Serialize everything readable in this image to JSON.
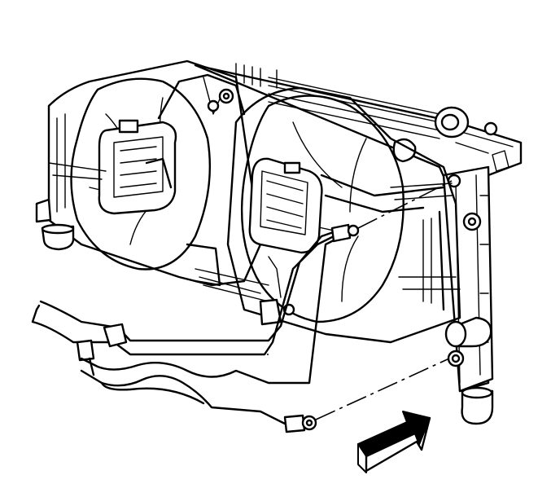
{
  "diagram": {
    "components": [
      "radiator-core",
      "left-fan-shroud",
      "right-fan-shroud",
      "radiator-cap",
      "transmission-cooler-lines",
      "direction-arrow"
    ],
    "arrow_direction": "right",
    "colors": {
      "line": "#000000",
      "background": "#ffffff"
    }
  }
}
